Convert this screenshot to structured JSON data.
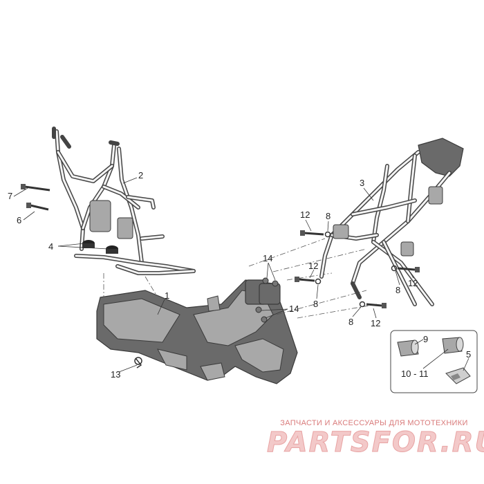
{
  "callouts": {
    "c1": "1",
    "c2": "2",
    "c3": "3",
    "c4": "4",
    "c5": "5",
    "c6": "6",
    "c7": "7",
    "c8a": "8",
    "c8b": "8",
    "c8c": "8",
    "c8d": "8",
    "c9": "9",
    "c10_11": "10 - 11",
    "c12a": "12",
    "c12b": "12",
    "c12c": "12",
    "c12d": "12",
    "c13": "13",
    "c14a": "14",
    "c14b": "14"
  },
  "watermark": {
    "caption": "ЗАПЧАСТИ И АКСЕССУАРЫ ДЛЯ МОТОТЕХНИКИ",
    "logo": "PARTSFOR.RU"
  },
  "colors": {
    "ink": "#222222",
    "watermark_text": "#d97a7a",
    "watermark_logo": "#f3c9c9"
  }
}
